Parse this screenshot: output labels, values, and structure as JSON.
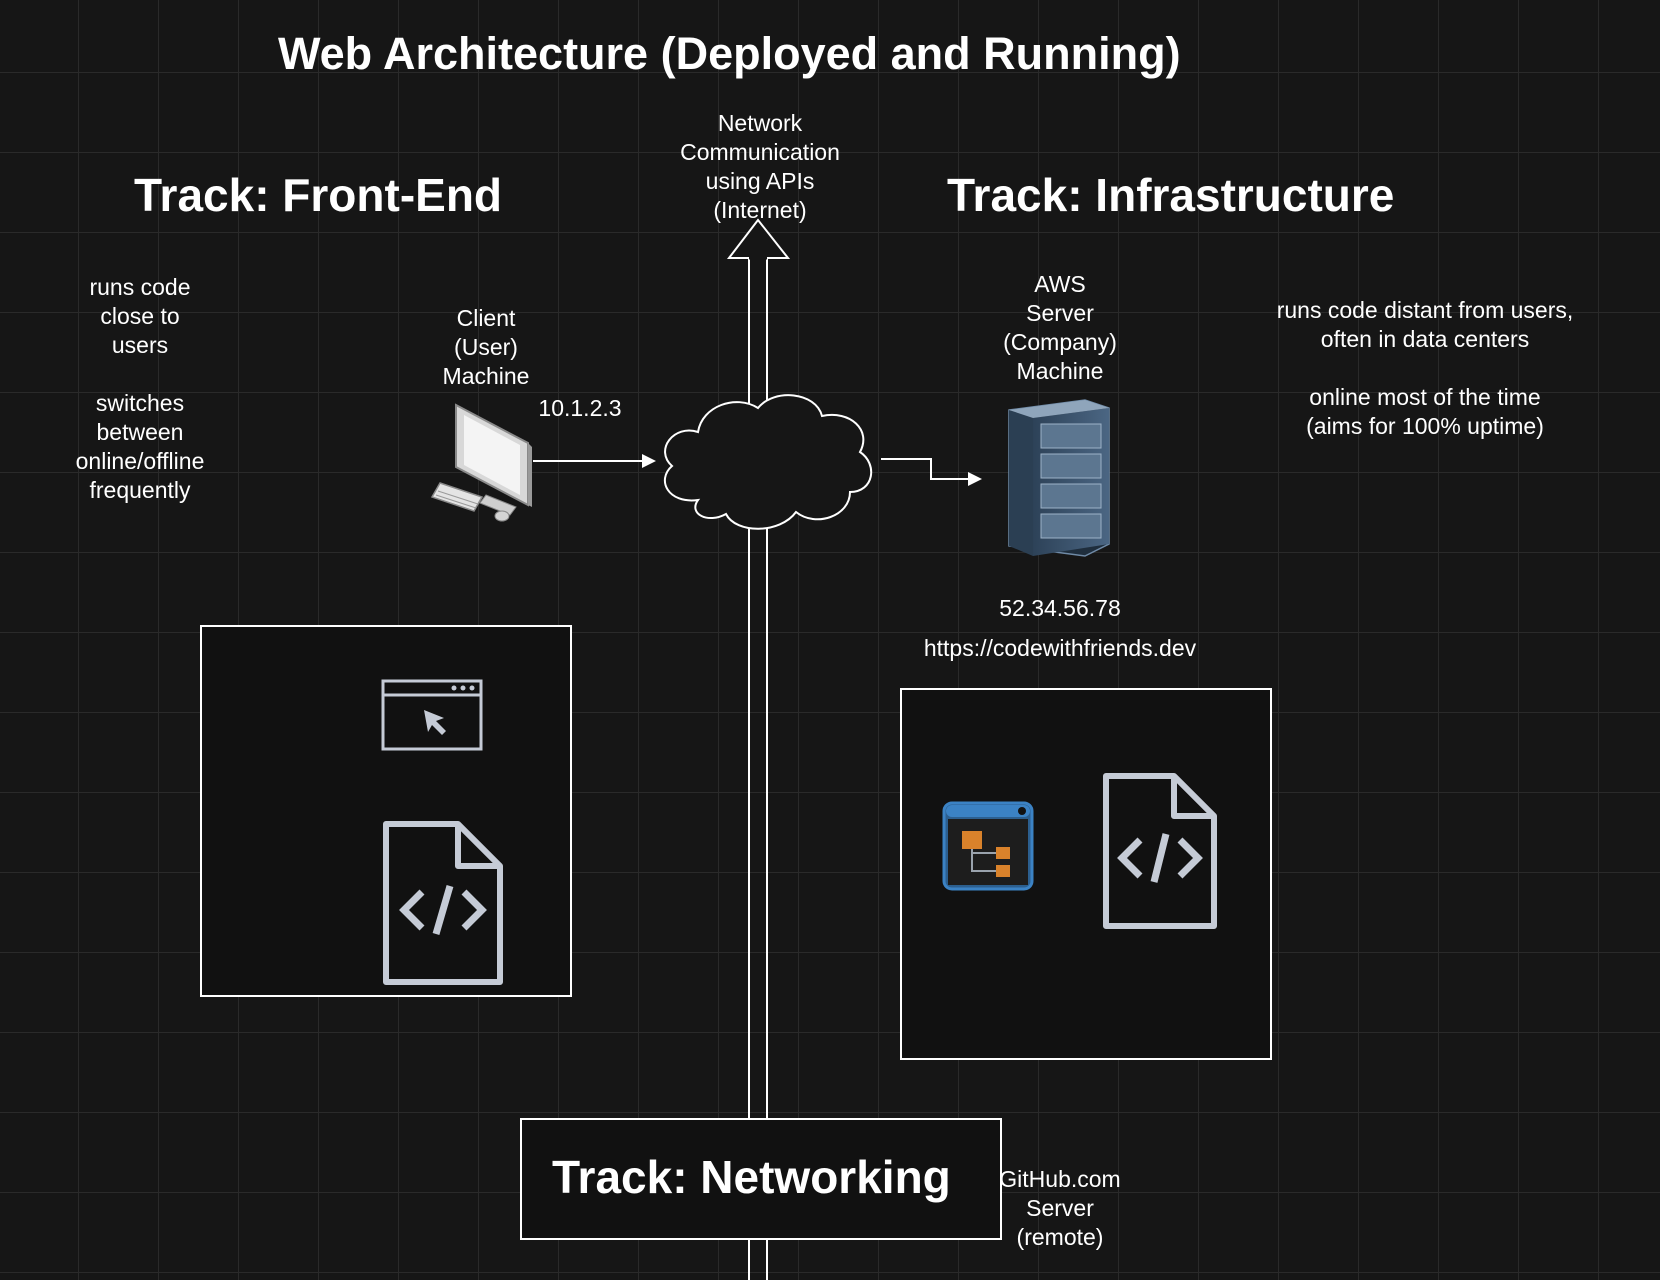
{
  "title": "Web Architecture (Deployed and Running)",
  "tracks": {
    "front_end": "Track: Front-End",
    "infrastructure": "Track: Infrastructure",
    "networking": "Track: Networking"
  },
  "network_label": "Network\nCommunication\nusing APIs\n(Internet)",
  "client": {
    "label": "Client\n(User)\nMachine",
    "ip": "10.1.2.3",
    "notes": "runs code\nclose to\nusers\n\nswitches\nbetween\nonline/offline\nfrequently"
  },
  "server": {
    "label": "AWS\nServer\n(Company)\nMachine",
    "ip": "52.34.56.78",
    "url": "https://codewithfriends.dev",
    "notes": "runs code distant from users,\noften in data centers\n\nonline most of the time\n(aims for 100% uptime)"
  },
  "github": {
    "label": "GitHub.com\nServer\n(remote)"
  },
  "icons": {
    "browser": "browser-window-icon",
    "code_file": "code-file-icon",
    "app_tree": "app-hierarchy-icon",
    "monitor": "desktop-computer-icon",
    "server": "server-rack-icon",
    "cloud": "cloud-icon"
  },
  "colors": {
    "background": "#161616",
    "line": "#ffffff",
    "icon_gray": "#c5cbd6",
    "app_blue": "#3b82c4",
    "app_orange": "#d9822b"
  }
}
